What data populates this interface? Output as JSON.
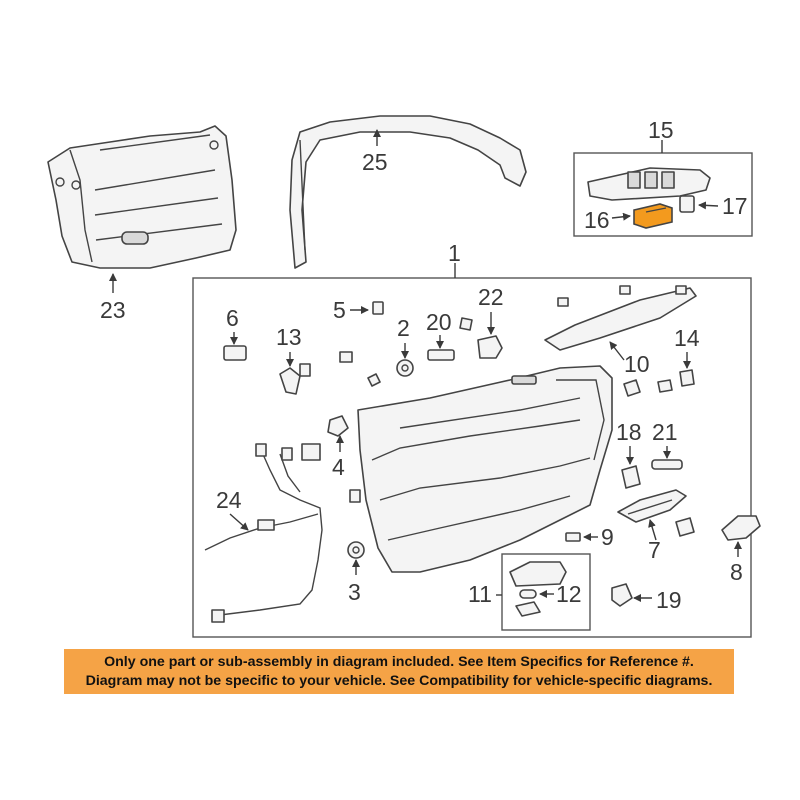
{
  "callouts": {
    "c1": "1",
    "c2": "2",
    "c3": "3",
    "c4": "4",
    "c5": "5",
    "c6": "6",
    "c7": "7",
    "c8": "8",
    "c9": "9",
    "c10": "10",
    "c11": "11",
    "c12": "12",
    "c13": "13",
    "c14": "14",
    "c15": "15",
    "c16": "16",
    "c17": "17",
    "c18": "18",
    "c19": "19",
    "c20": "20",
    "c21": "21",
    "c22": "22",
    "c23": "23",
    "c24": "24",
    "c25": "25"
  },
  "highlight_color": "#f39a1e",
  "notice": {
    "line1": "Only one part or sub-assembly in diagram included. See Item Specifics for Reference #.",
    "line2": "Diagram may not be specific to your vehicle. See Compatibility for vehicle-specific diagrams.",
    "background": "#f5a346"
  }
}
